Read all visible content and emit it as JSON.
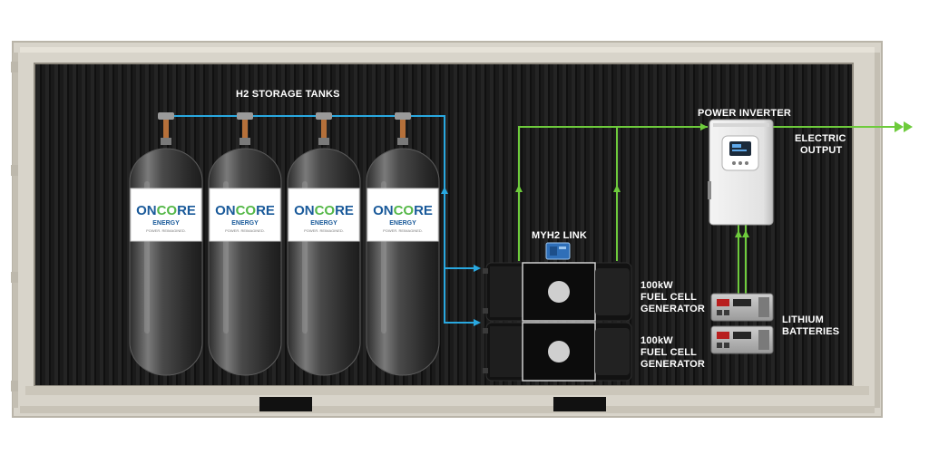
{
  "labels": {
    "storage_tanks": "H2 STORAGE TANKS",
    "power_inverter": "POWER INVERTER",
    "electric_output_line1": "ELECTRIC",
    "electric_output_line2": "OUTPUT",
    "myh2_link": "MYH2 LINK",
    "fuel_cell_1_line1": "100kW",
    "fuel_cell_1_line2": "FUEL CELL",
    "fuel_cell_1_line3": "GENERATOR",
    "fuel_cell_2_line1": "100kW",
    "fuel_cell_2_line2": "FUEL CELL",
    "fuel_cell_2_line3": "GENERATOR",
    "batteries_line1": "LITHIUM",
    "batteries_line2": "BATTERIES"
  },
  "tank_brand": {
    "name_prefix": "ON",
    "name_suffix": "RE",
    "sub": "ENERGY",
    "tagline": "POWER. REIMAGINED."
  },
  "tanks": [
    {
      "id": 1
    },
    {
      "id": 2
    },
    {
      "id": 3
    },
    {
      "id": 4
    }
  ],
  "colors": {
    "container_frame": "#d8d4ca",
    "interior": "#1b1b1b",
    "h2_line": "#29a8e0",
    "power_line": "#6ecb3c",
    "brand_blue": "#1a5a9a",
    "brand_green": "#55b848"
  }
}
